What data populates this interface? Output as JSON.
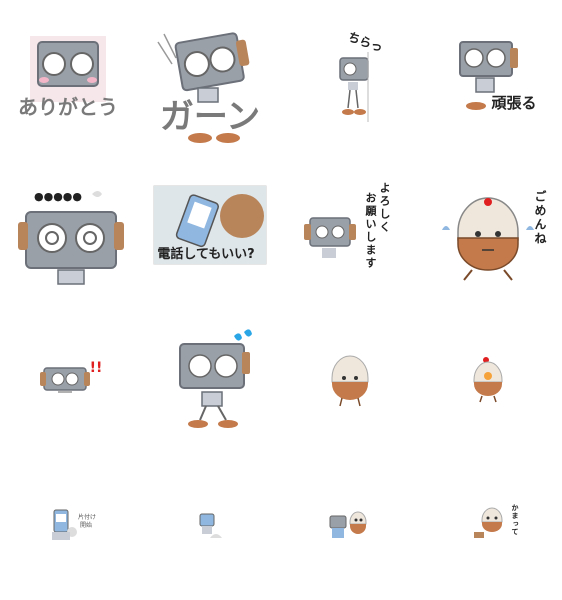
{
  "stickers": [
    {
      "id": "s1",
      "text": "ありがとう"
    },
    {
      "id": "s2",
      "text": "ガーン"
    },
    {
      "id": "s3",
      "text": "ちらっ"
    },
    {
      "id": "s4",
      "text": "頑張る"
    },
    {
      "id": "s5",
      "text": "●●●●●"
    },
    {
      "id": "s6",
      "text": "電話してもいい?"
    },
    {
      "id": "s7",
      "text_col1": "よろしく",
      "text_col2": "お願いします"
    },
    {
      "id": "s8",
      "text": "ごめんね"
    },
    {
      "id": "s9",
      "text": "!!"
    },
    {
      "id": "s10",
      "text": ""
    },
    {
      "id": "s11",
      "text": ""
    },
    {
      "id": "s12",
      "text": ""
    },
    {
      "id": "s13",
      "text_col1": "片付け",
      "text_col2": "開始"
    },
    {
      "id": "s14",
      "text": ""
    },
    {
      "id": "s15",
      "text": ""
    },
    {
      "id": "s16",
      "text": "かまって"
    }
  ],
  "colors": {
    "robot_gray": "#9aa0a8",
    "robot_dark": "#6b7079",
    "robot_eye": "#ffffff",
    "robot_ear": "#b8845a",
    "egg_body": "#c47a4a",
    "egg_top": "#efe7dc",
    "text_gray": "#7a7a7a",
    "text_dark": "#222222",
    "phone_blue": "#8fb7e0",
    "sweat_blue": "#2aa6e6",
    "alert_red": "#e02020",
    "cheek_pink": "#f3b6c8"
  }
}
